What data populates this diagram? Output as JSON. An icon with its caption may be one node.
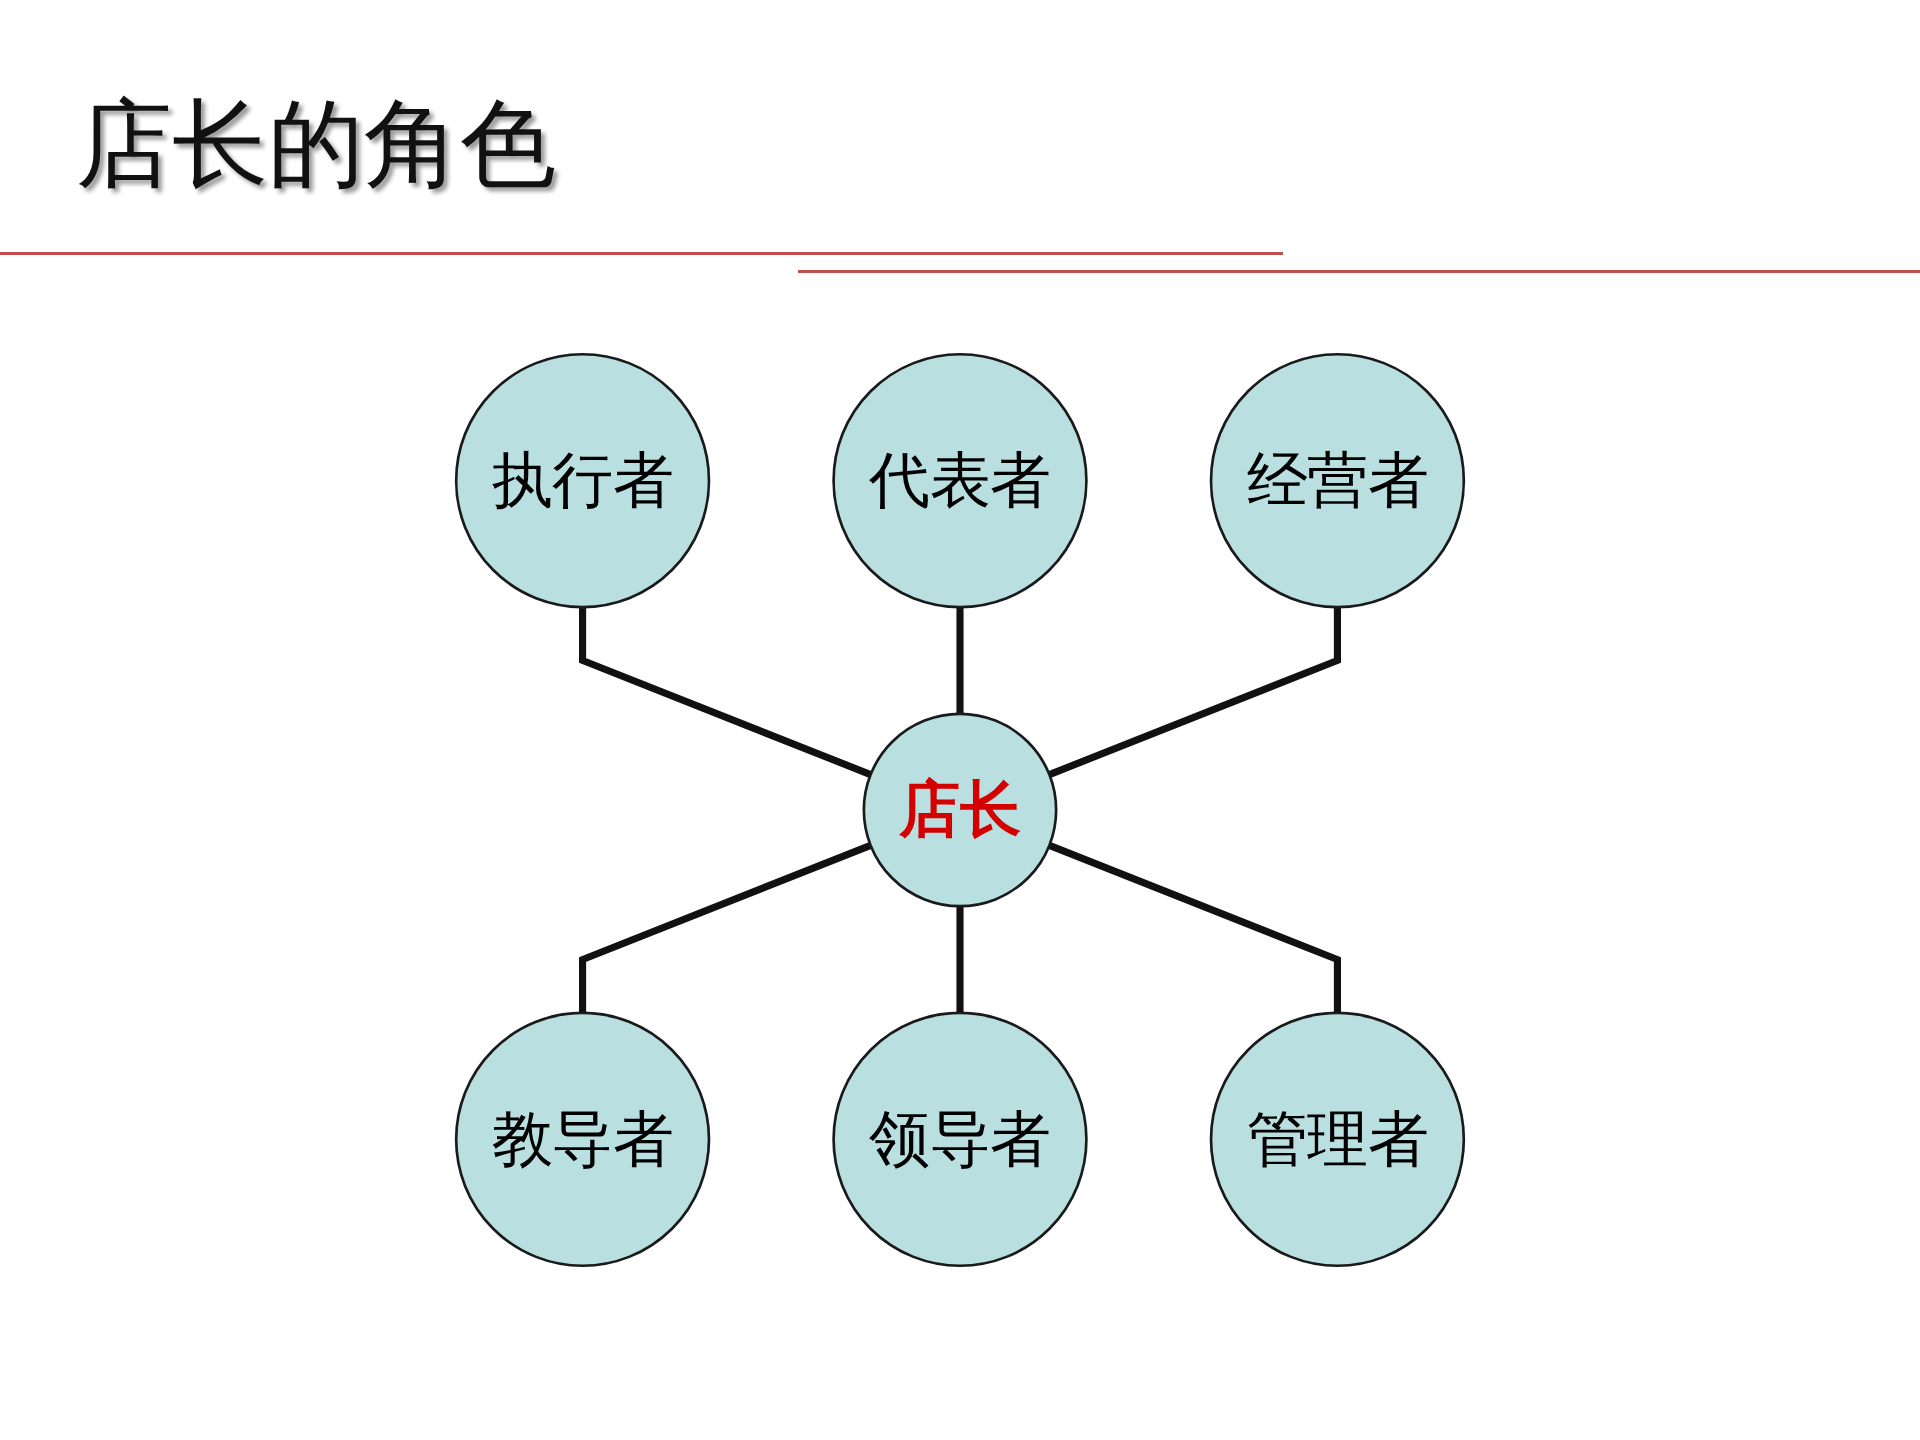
{
  "diagram": {
    "title": "店长的角色",
    "nodes": [
      {
        "text": [
          "代表者"
        ]
      },
      {
        "text": [
          "执行者"
        ]
      },
      {
        "text": [
          "经营者"
        ]
      },
      {
        "text": [
          "店长"
        ]
      },
      {
        "text": [
          "教导者"
        ]
      },
      {
        "text": [
          "管理者"
        ]
      },
      {
        "text": [
          "领导者"
        ]
      }
    ],
    "edges": [
      {
        "from": 1,
        "to": 3,
        "arrow": "none"
      },
      {
        "from": 0,
        "to": 3,
        "arrow": "none"
      },
      {
        "from": 2,
        "to": 3,
        "arrow": "none"
      },
      {
        "from": 3,
        "to": 4,
        "arrow": "none"
      },
      {
        "from": 3,
        "to": 6,
        "arrow": "none"
      },
      {
        "from": 3,
        "to": 5,
        "arrow": "none"
      }
    ]
  }
}
